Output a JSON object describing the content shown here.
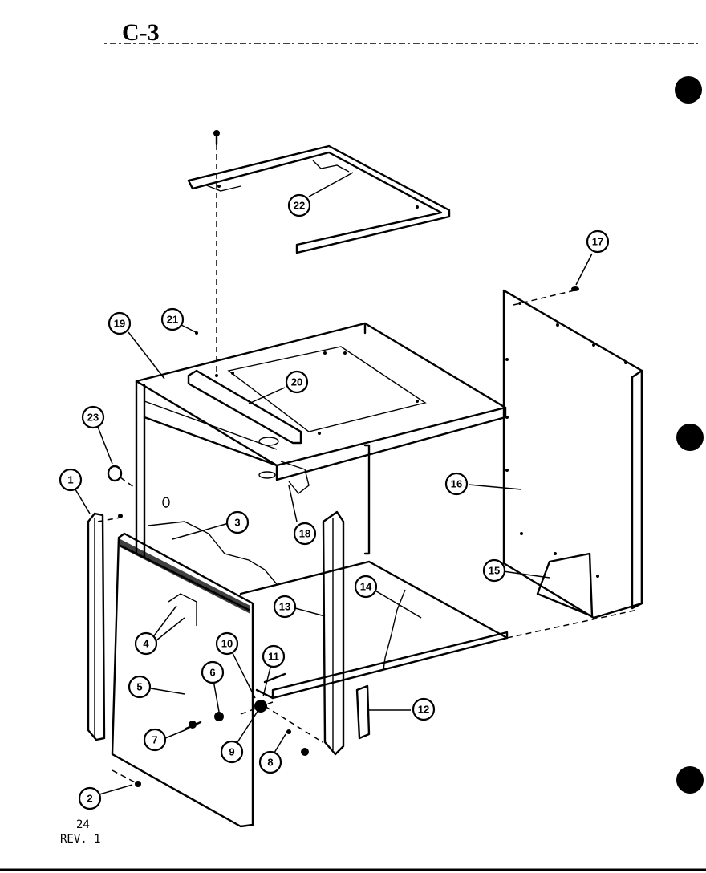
{
  "page": {
    "title": "C-3",
    "page_number": "24",
    "revision": "REV. 1"
  },
  "callouts": [
    "1",
    "2",
    "3",
    "4",
    "5",
    "6",
    "7",
    "8",
    "9",
    "10",
    "11",
    "12",
    "13",
    "14",
    "15",
    "16",
    "17",
    "18",
    "19",
    "20",
    "21",
    "22",
    "23"
  ],
  "colors": {
    "ink": "#000000",
    "paper": "#ffffff"
  }
}
